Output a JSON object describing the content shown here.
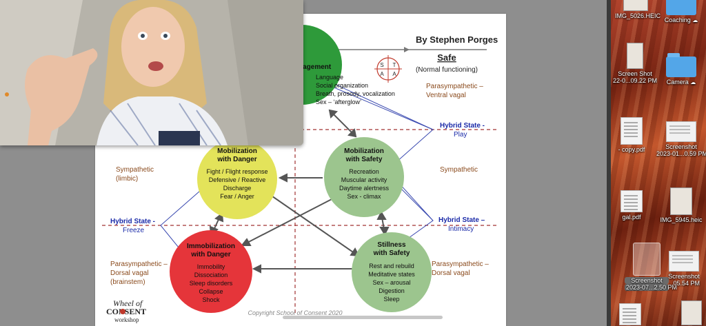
{
  "slide": {
    "author": "By Stephen Porges",
    "copyright": "Copyright School of Consent 2020",
    "logo": {
      "line1": "Wheel of",
      "line2": "CONSENT",
      "line3": "workshop"
    },
    "stat_badge": [
      "S",
      "T",
      "A",
      "A"
    ],
    "top": {
      "title": "Safe",
      "subtitle": "(Normal functioning)"
    },
    "left_labels": {
      "sympathetic": [
        "Sympathetic",
        "(limbic)"
      ],
      "hybrid_freeze": [
        "Hybrid State -",
        "Freeze"
      ],
      "dorsal": [
        "Parasympathetic –",
        "Dorsal vagal",
        "(brainstem)"
      ]
    },
    "right_labels": {
      "ventral": [
        "Parasympathetic –",
        "Ventral vagal"
      ],
      "hybrid_play": [
        "Hybrid State -",
        "Play"
      ],
      "sympathetic": "Sympathetic",
      "hybrid_intimacy": [
        "Hybrid State –",
        "Intimacy"
      ],
      "dorsal": [
        "Parasympathetic –",
        "Dorsal vagal"
      ]
    },
    "circles": {
      "engagement": {
        "title": "gagement",
        "items": [
          "Language",
          "Social organization",
          "Breath, prosody, vocalization",
          "Sex – ‘afterglow’"
        ],
        "color": "#2e9a3a"
      },
      "mob_danger": {
        "title": [
          "Mobilization",
          "with Danger"
        ],
        "items": [
          "Fight / Flight response",
          "Defensive / Reactive",
          "Discharge",
          "Fear / Anger"
        ],
        "color": "#e3e35a"
      },
      "mob_safety": {
        "title": [
          "Mobilization",
          "with Safety"
        ],
        "items": [
          "Recreation",
          "Muscular activity",
          "Daytime alertness",
          "Sex - climax"
        ],
        "color": "#9cc58e"
      },
      "immob_danger": {
        "title": [
          "Immobilization",
          "with Danger"
        ],
        "items": [
          "Immobility",
          "Dissociation",
          "Sleep disorders",
          "Collapse",
          "Shock"
        ],
        "color": "#e5353a"
      },
      "stillness": {
        "title": [
          "Stillness",
          "with Safety"
        ],
        "items": [
          "Rest and rebuild",
          "Meditative states",
          "Sex – arousal",
          "Digestion",
          "Sleep"
        ],
        "color": "#9cc58e"
      }
    }
  },
  "desktop": {
    "items": [
      {
        "label": "IMG_5026.HEIC",
        "kind": "photo"
      },
      {
        "label": "Coaching",
        "kind": "folder"
      },
      {
        "label": [
          "Screen Shot",
          "22-0...09.22 PM"
        ],
        "kind": "photo"
      },
      {
        "label": "Camera",
        "kind": "folder"
      },
      {
        "label": "- copy.pdf",
        "kind": "doc"
      },
      {
        "label": [
          "Screenshot",
          "2023-01...0.59 PM"
        ],
        "kind": "shot"
      },
      {
        "label": "gal.pdf",
        "kind": "doc"
      },
      {
        "label": "IMG_5945.heic",
        "kind": "photo"
      },
      {
        "label": [
          "Screenshot",
          "2023-07...2.50 PM"
        ],
        "kind": "photo"
      },
      {
        "label": [
          "Screenshot",
          "...05.54 PM"
        ],
        "kind": "shot"
      }
    ]
  },
  "colors": {
    "brown": "#8a4a1c",
    "blue": "#1a2aa8",
    "dashed": "#a03030",
    "line": "#3a4ab0"
  }
}
